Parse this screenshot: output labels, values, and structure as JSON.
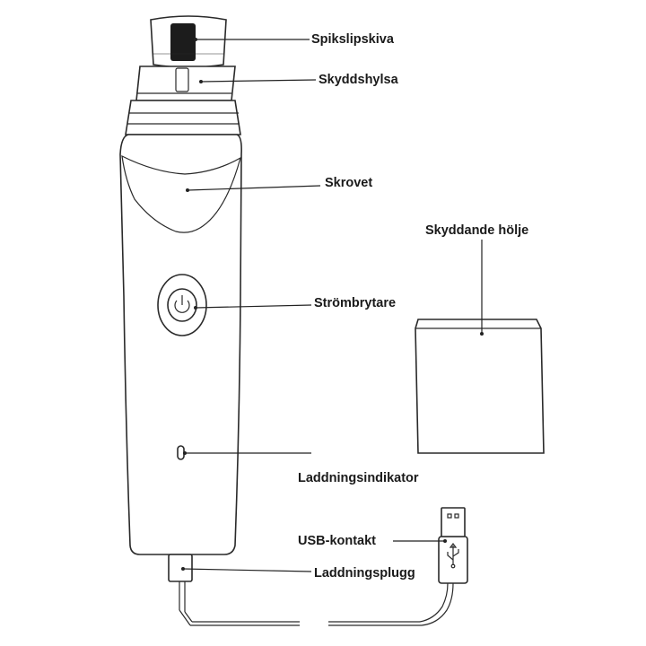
{
  "labels": {
    "grinding_disc": "Spikslipskiva",
    "protective_sleeve": "Skyddshylsa",
    "body": "Skrovet",
    "protective_cover": "Skyddande hölje",
    "power_switch": "Strömbrytare",
    "charging_indicator": "Laddningsindikator",
    "usb_connector": "USB-kontakt",
    "charging_plug": "Laddningsplugg"
  }
}
